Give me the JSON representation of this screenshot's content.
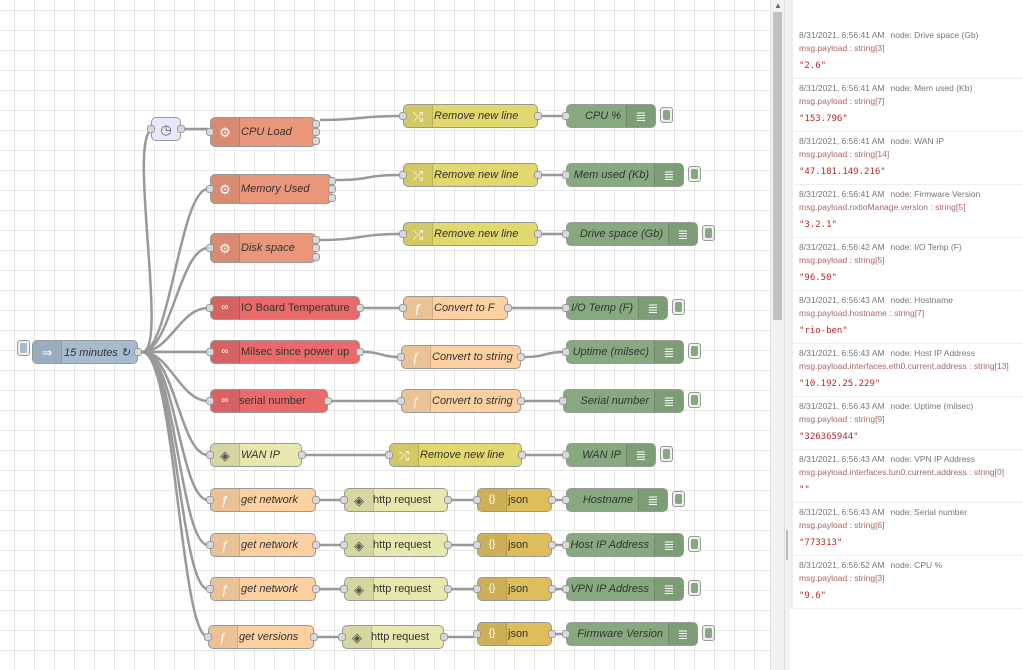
{
  "flow": {
    "trigger": {
      "icon": "timer-icon"
    },
    "inject": {
      "label": "15 minutes ↻"
    },
    "exec_nodes": [
      {
        "label": "CPU Load"
      },
      {
        "label": "Memory Used"
      },
      {
        "label": "Disk space"
      }
    ],
    "io_nodes": [
      {
        "label": "IO Board Temperature"
      },
      {
        "label": "Milsec since power up"
      },
      {
        "label": "serial number"
      }
    ],
    "change_nodes": [
      {
        "label": "Remove new line"
      },
      {
        "label": "Remove new line"
      },
      {
        "label": "Remove new line"
      },
      {
        "label": "Remove new line"
      }
    ],
    "function_nodes": [
      {
        "label": "Convert to F"
      },
      {
        "label": "Convert to string"
      },
      {
        "label": "Convert to string"
      }
    ],
    "wan_node": {
      "label": "WAN IP"
    },
    "get_nodes": [
      {
        "label": "get network"
      },
      {
        "label": "get network"
      },
      {
        "label": "get network"
      },
      {
        "label": "get versions"
      }
    ],
    "http_nodes": [
      {
        "label": "http request"
      },
      {
        "label": "http request"
      },
      {
        "label": "http request"
      },
      {
        "label": "http request"
      }
    ],
    "json_nodes": [
      {
        "label": "json"
      },
      {
        "label": "json"
      },
      {
        "label": "json"
      },
      {
        "label": "json"
      }
    ],
    "debug_nodes": [
      {
        "label": "CPU %"
      },
      {
        "label": "Mem used (Kb)"
      },
      {
        "label": "Drive space (Gb)"
      },
      {
        "label": "I/O Temp (F)"
      },
      {
        "label": "Uptime (milsec)"
      },
      {
        "label": "Serial number"
      },
      {
        "label": "WAN IP"
      },
      {
        "label": "Hostname"
      },
      {
        "label": "Host IP Address"
      },
      {
        "label": "VPN IP Address"
      },
      {
        "label": "Firmware Version"
      }
    ]
  },
  "debug_messages": [
    {
      "time": "8/31/2021, 6:56:41 AM",
      "node": "node: Drive space (Gb)",
      "path": "msg.payload : string[3]",
      "value": "\"2.6\""
    },
    {
      "time": "8/31/2021, 6:56:41 AM",
      "node": "node: Mem used (Kb)",
      "path": "msg.payload : string[7]",
      "value": "\"153.796\""
    },
    {
      "time": "8/31/2021, 6:56:41 AM",
      "node": "node: WAN IP",
      "path": "msg.payload : string[14]",
      "value": "\"47.181.149.216\""
    },
    {
      "time": "8/31/2021, 6:56:41 AM",
      "node": "node: Firmware Version",
      "path": "msg.payload.nxtioManage.version : string[5]",
      "value": "\"3.2.1\""
    },
    {
      "time": "8/31/2021, 6:56:42 AM",
      "node": "node: I/O Temp (F)",
      "path": "msg.payload : string[5]",
      "value": "\"96.50\""
    },
    {
      "time": "8/31/2021, 6:56:43 AM",
      "node": "node: Hostname",
      "path": "msg.payload.hostname : string[7]",
      "value": "\"rio-ben\""
    },
    {
      "time": "8/31/2021, 6:56:43 AM",
      "node": "node: Host IP Address",
      "path": "msg.payload.interfaces.eth0.current.address : string[13]",
      "value": "\"10.192.25.229\""
    },
    {
      "time": "8/31/2021, 6:56:43 AM",
      "node": "node: Uptime (milsec)",
      "path": "msg.payload : string[9]",
      "value": "\"326365944\""
    },
    {
      "time": "8/31/2021, 6:56:43 AM",
      "node": "node: VPN IP Address",
      "path": "msg.payload.interfaces.tun0.current.address : string[0]",
      "value": "\"\""
    },
    {
      "time": "8/31/2021, 6:56:43 AM",
      "node": "node: Serial number",
      "path": "msg.payload : string[6]",
      "value": "\"773313\""
    },
    {
      "time": "8/31/2021, 6:56:52 AM",
      "node": "node: CPU %",
      "path": "msg.payload : string[3]",
      "value": "\"9.6\""
    }
  ],
  "colors": {
    "exec": "#e9967a",
    "change": "#e2d96e",
    "debug": "#87a980",
    "io": "#e86a6a",
    "function": "#fdd0a2",
    "http": "#e7e7ae",
    "json": "#debd5c",
    "inject": "#a6bbcf",
    "wire": "#999999"
  }
}
